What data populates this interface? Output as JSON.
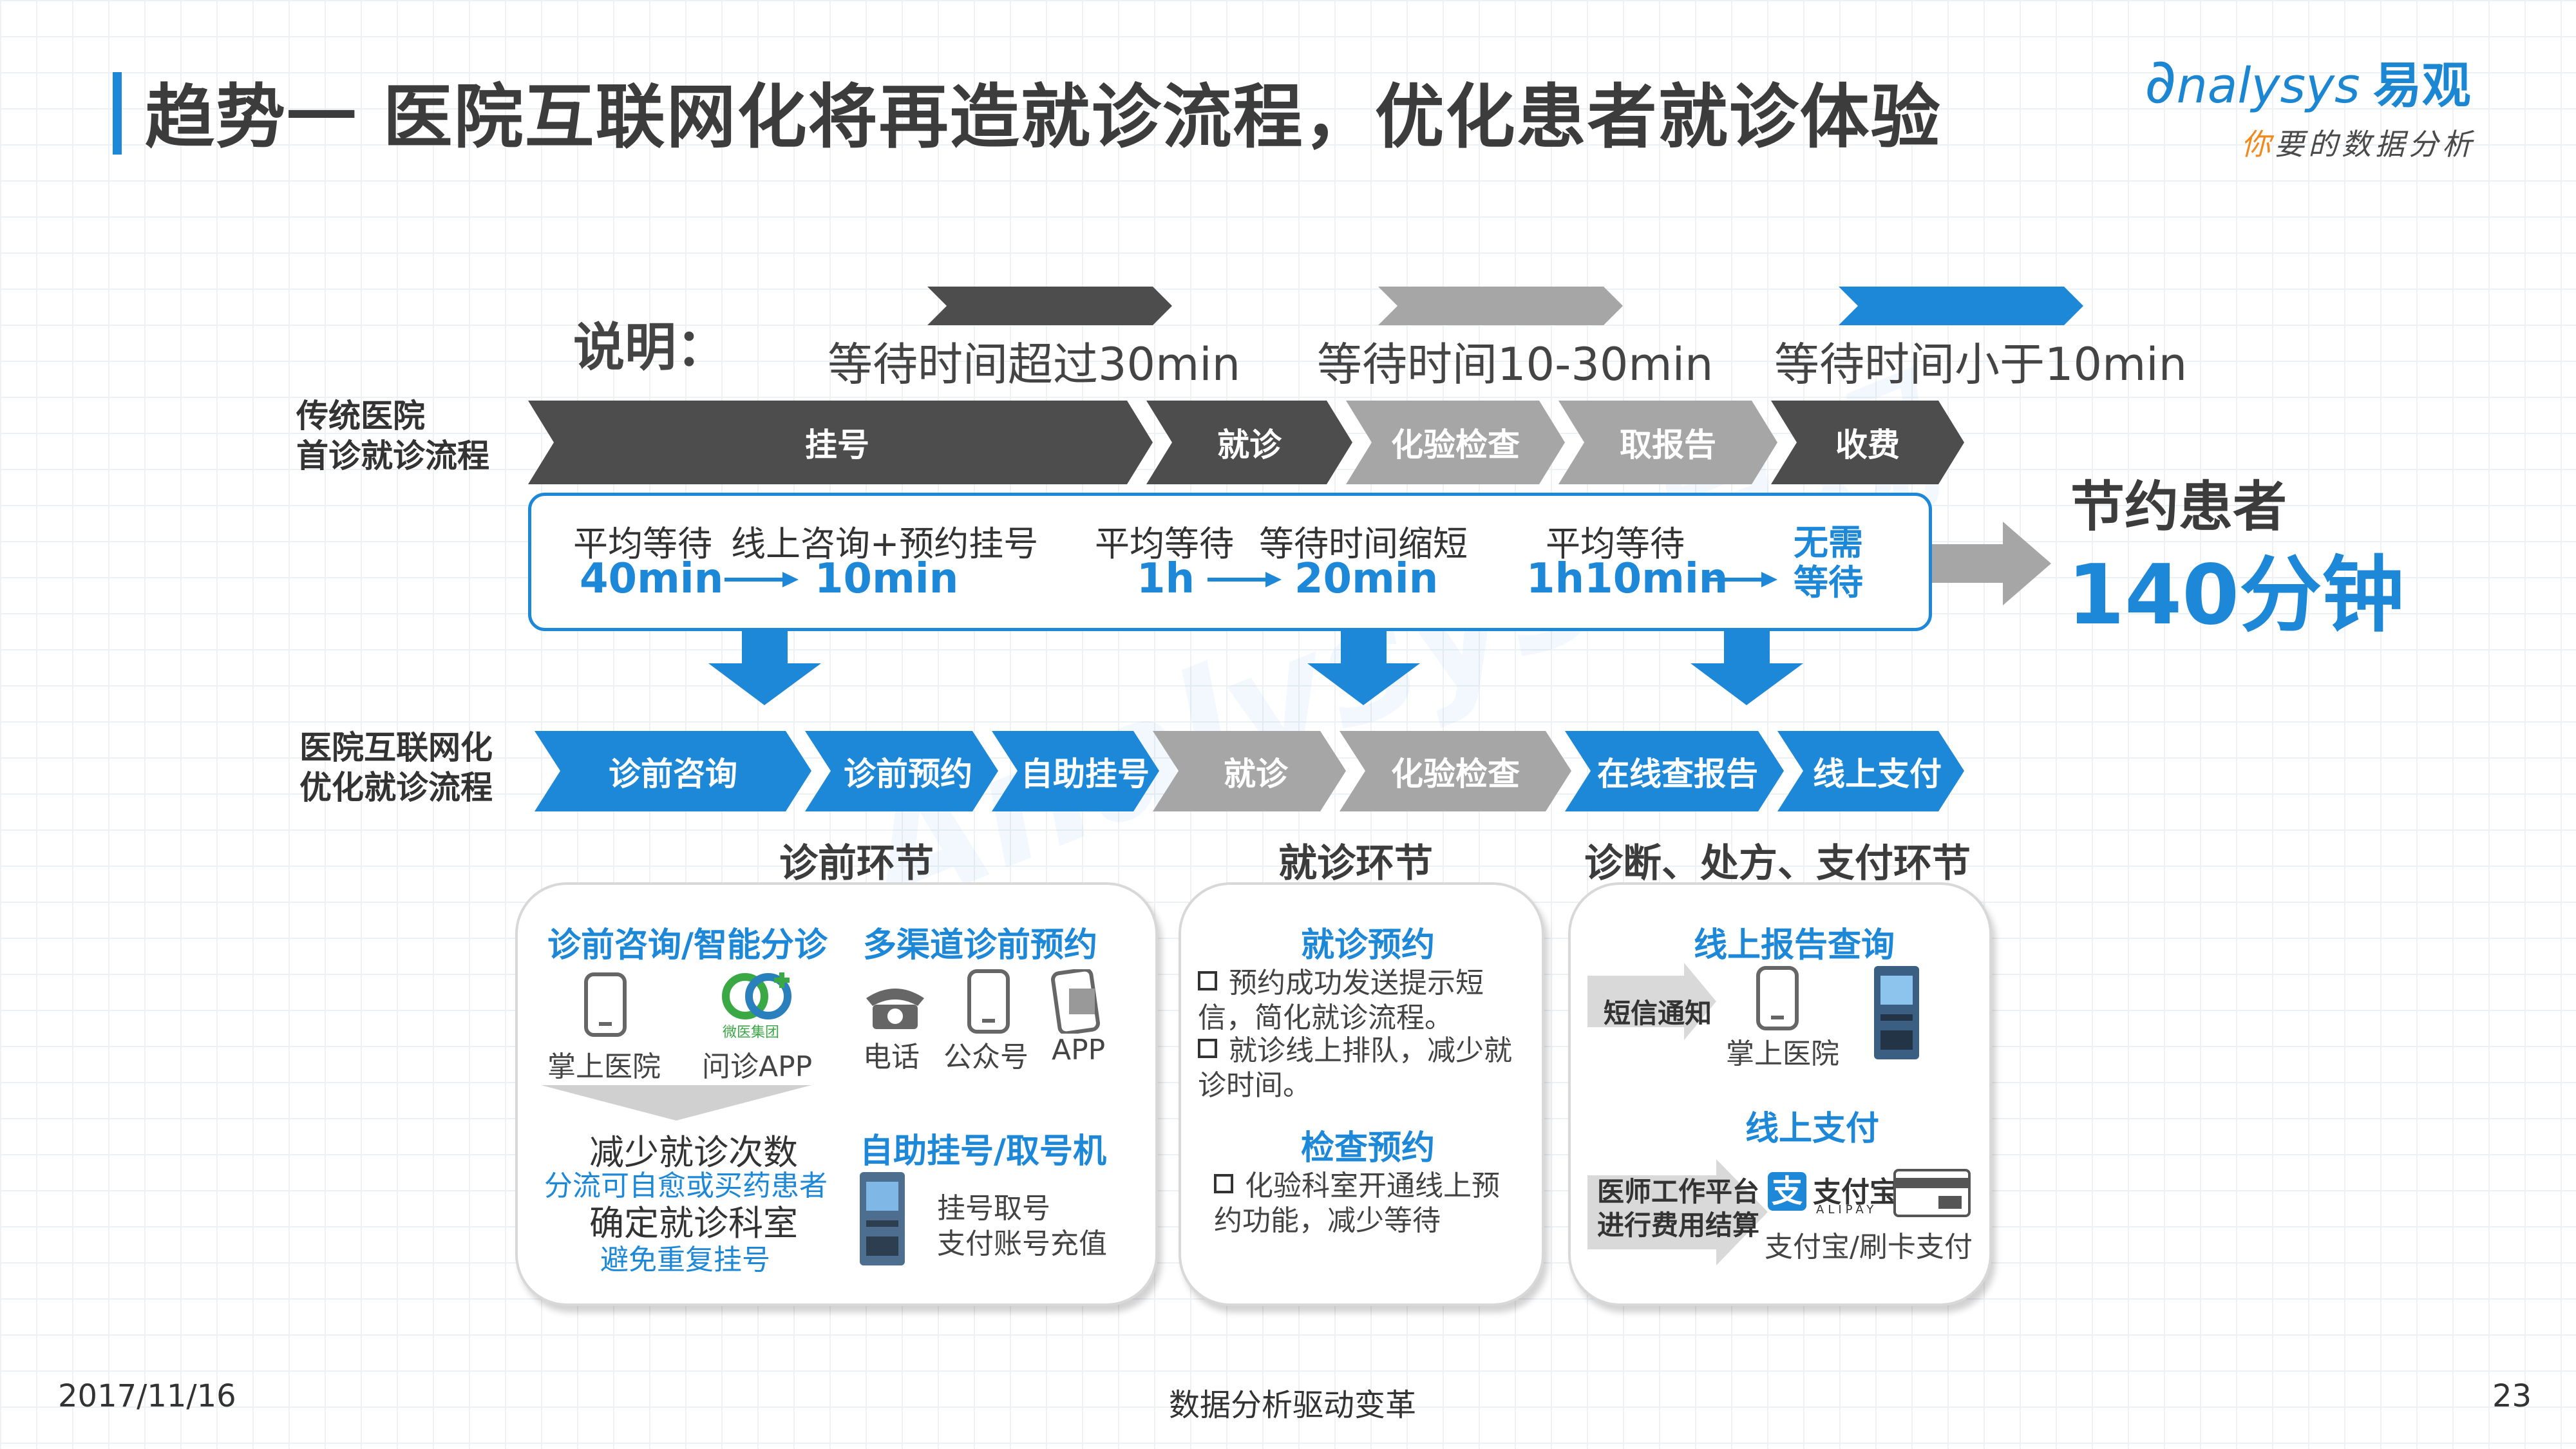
{
  "title": "趋势一 医院互联网化将再造就诊流程，优化患者就诊体验",
  "logo": {
    "brand_en": "nalysys",
    "brand_cn": "易观",
    "slogan_o": "你",
    "slogan": "要的数据分析"
  },
  "legend": {
    "heading": "说明：",
    "items": [
      {
        "text": "等待时间超过30min",
        "color": "#4d4d4d"
      },
      {
        "text": "等待时间10-30min",
        "color": "#a6a6a6"
      },
      {
        "text": "等待时间小于10min",
        "color": "#1e88d8"
      }
    ]
  },
  "traditional": {
    "label_l1": "传统医院",
    "label_l2": "首诊就诊流程",
    "steps": [
      "挂号",
      "就诊",
      "化验检查",
      "取报告",
      "收费"
    ]
  },
  "improvements": [
    {
      "before_label": "平均等待",
      "before_value": "40min",
      "after_label": "线上咨询+预约挂号",
      "after_value": "10min"
    },
    {
      "before_label": "平均等待",
      "before_value": "1h",
      "after_label": "等待时间缩短",
      "after_value": "20min"
    },
    {
      "before_label": "平均等待",
      "before_value": "1h10min",
      "after_l1": "无需",
      "after_l2": "等待"
    }
  ],
  "saving": {
    "line1": "节约患者",
    "line2": "140分钟"
  },
  "internet": {
    "label_l1": "医院互联网化",
    "label_l2": "优化就诊流程",
    "steps": [
      "诊前咨询",
      "诊前预约",
      "自助挂号",
      "就诊",
      "化验检查",
      "在线查报告",
      "线上支付"
    ]
  },
  "sections": [
    "诊前环节",
    "就诊环节",
    "诊断、处方、支付环节"
  ],
  "panel1": {
    "t1": "诊前咨询/智能分诊",
    "t2": "多渠道诊前预约",
    "icons1": [
      "掌上医院",
      "问诊APP"
    ],
    "app_brand": "微医集团",
    "icons2": [
      "电话",
      "公众号",
      "APP"
    ],
    "lines": [
      "减少就诊次数",
      "分流可自愈或买药患者",
      "确定就诊科室",
      "避免重复挂号"
    ],
    "t3": "自助挂号/取号机",
    "kiosk_l1": "挂号取号",
    "kiosk_l2": "支付账号充值"
  },
  "panel2": {
    "t1": "就诊预约",
    "b1": "预约成功发送提示短信，简化就诊流程。",
    "b2": "就诊线上排队，减少就诊时间。",
    "t2": "检查预约",
    "b3": "化验科室开通线上预约功能，减少等待"
  },
  "panel3": {
    "t1": "线上报告查询",
    "notify": "短信通知",
    "mobile": "掌上医院",
    "t2": "线上支付",
    "platform_l1": "医师工作平台",
    "platform_l2": "进行费用结算",
    "alipay": "支付宝",
    "alipay_en": "ALIPAY",
    "pay_label": "支付宝/刷卡支付"
  },
  "footer": {
    "date": "2017/11/16",
    "center": "数据分析驱动变革",
    "page": "23"
  },
  "colors": {
    "dark": "#4d4d4d",
    "gray": "#a6a6a6",
    "blue": "#1e88d8"
  }
}
